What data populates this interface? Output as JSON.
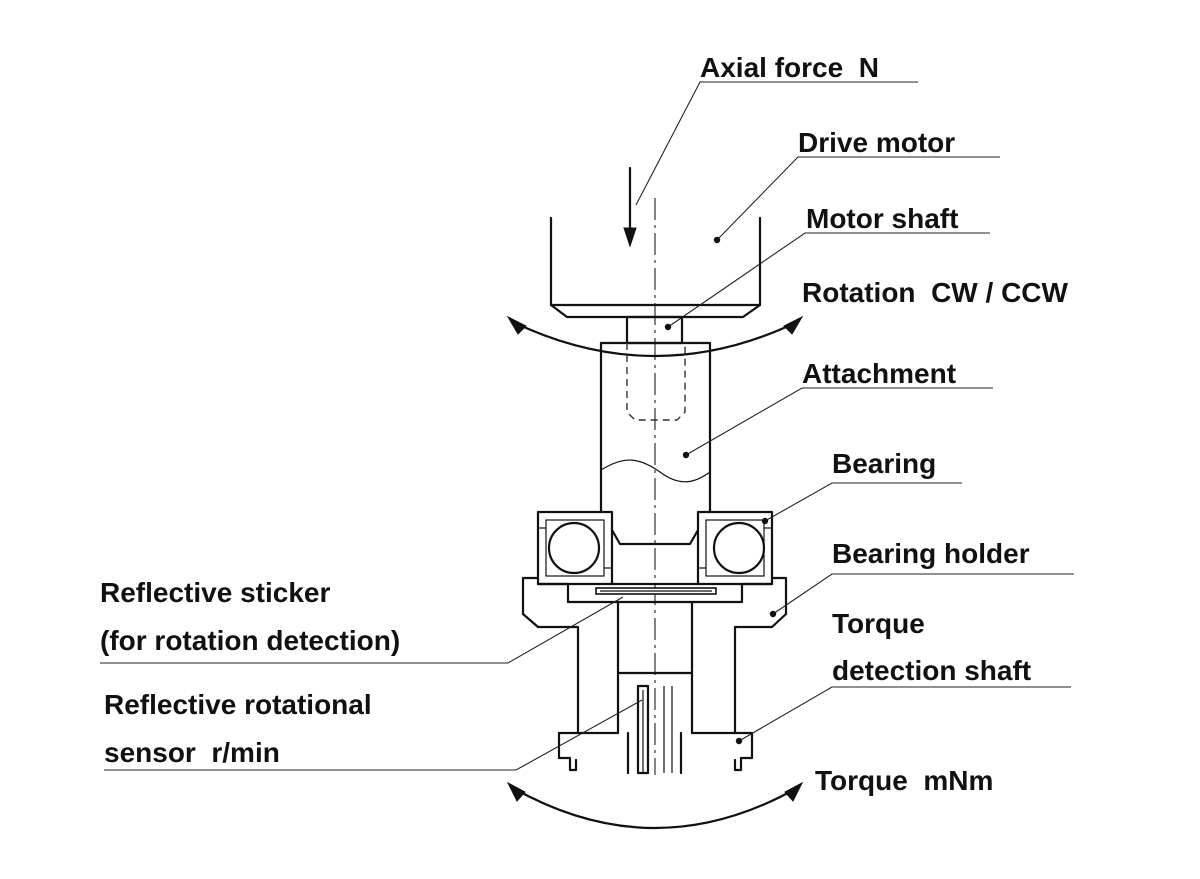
{
  "labels": {
    "axial_force": "Axial force  N",
    "drive_motor": "Drive motor",
    "motor_shaft": "Motor shaft",
    "rotation": "Rotation  CW / CCW",
    "attachment": "Attachment",
    "bearing": "Bearing",
    "bearing_holder": "Bearing holder",
    "reflective_sticker_line1": "Reflective sticker",
    "reflective_sticker_line2": "(for rotation detection)",
    "torque_shaft_line1": "Torque",
    "torque_shaft_line2": "detection shaft",
    "rotational_sensor_line1": "Reflective rotational",
    "rotational_sensor_line2": "sensor  r/min",
    "torque": "Torque  mNm"
  },
  "colors": {
    "line": "#111111",
    "background": "#ffffff"
  }
}
